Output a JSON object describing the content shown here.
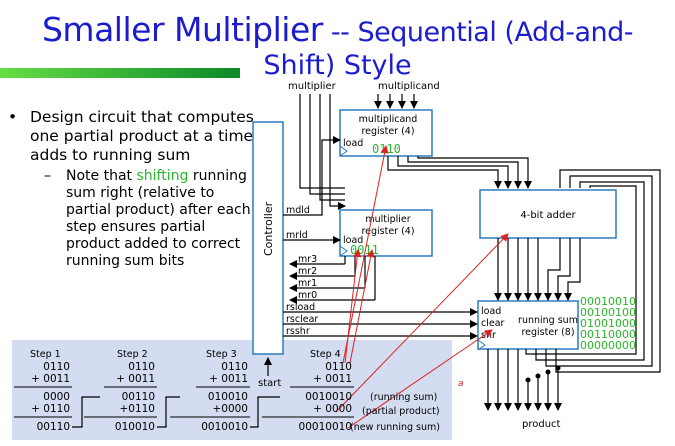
{
  "slide": {
    "title_main": "Smaller Multiplier",
    "title_sub_line1": " -- Sequential (Add-and-",
    "title_sub_line2": "Shift) Style"
  },
  "bullets": {
    "main": "Design circuit that computes one partial product at a time, adds to running sum",
    "sub_before": "Note that ",
    "sub_highlight": "shifting",
    "sub_after": " running sum right (relative to partial product) after each step ensures partial product added to correct running sum bits"
  },
  "diagram": {
    "inputs": {
      "multiplier": "multiplier",
      "multiplicand": "multiplicand"
    },
    "controller": "Controller",
    "mcand_reg": {
      "line1": "multiplicand",
      "line2": "register (4)",
      "load": "load",
      "value": "0110"
    },
    "mplier_reg": {
      "line1": "multiplier",
      "line2": "register (4)",
      "load": "load",
      "value": "0011"
    },
    "adder": "4-bit adder",
    "running_reg": {
      "line1": "running sum",
      "line2": "register (8)",
      "load": "load",
      "clear": "clear",
      "shr": "shr",
      "values": [
        "00010010",
        "00100100",
        "01001000",
        "00110000",
        "00000000"
      ]
    },
    "signals": {
      "mdld": "mdld",
      "mrld": "mrld",
      "mr3": "mr3",
      "mr2": "mr2",
      "mr1": "mr1",
      "mr0": "mr0",
      "rsload": "rsload",
      "rsclear": "rsclear",
      "rsshr": "rsshr"
    },
    "start": "start",
    "product": "product",
    "annotation_a": "a"
  },
  "steps": {
    "labels": [
      "Step 1",
      "Step 2",
      "Step 3",
      "Step 4"
    ],
    "step1": {
      "mcand": "0110",
      "mplier": "+ 0011",
      "old": "0000",
      "partial": "+ 0110",
      "result": "00110"
    },
    "step2": {
      "mcand": "0110",
      "mplier": "+ 0011",
      "old": "00110",
      "partial": "+0110",
      "result": "010010"
    },
    "step3": {
      "mcand": "0110",
      "mplier": "+ 0011",
      "old": "010010",
      "partial": "+0000",
      "result": "0010010"
    },
    "step4": {
      "mcand": "0110",
      "mplier": "+ 0011",
      "old": "0010010",
      "partial": "+ 0000",
      "result": "00010010"
    },
    "legend": [
      "(running sum)",
      "(partial product)",
      "(new running sum)"
    ]
  },
  "colors": {
    "title": "#1c1ccf",
    "box_border": "#2a7bbf",
    "green": "#2bb52b",
    "red_arrow": "#e02020",
    "steps_bg": "#d3dcf0"
  }
}
